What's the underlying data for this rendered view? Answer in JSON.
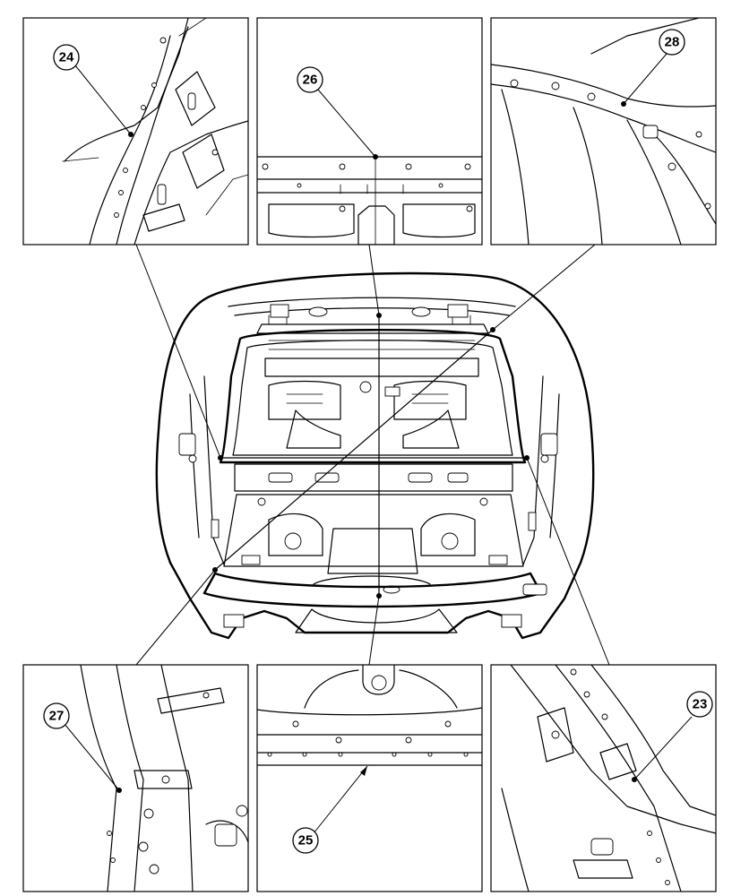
{
  "diagram": {
    "callouts": [
      {
        "id": "24",
        "label": "24"
      },
      {
        "id": "26",
        "label": "26"
      },
      {
        "id": "28",
        "label": "28"
      },
      {
        "id": "27",
        "label": "27"
      },
      {
        "id": "25",
        "label": "25"
      },
      {
        "id": "23",
        "label": "23"
      }
    ]
  }
}
